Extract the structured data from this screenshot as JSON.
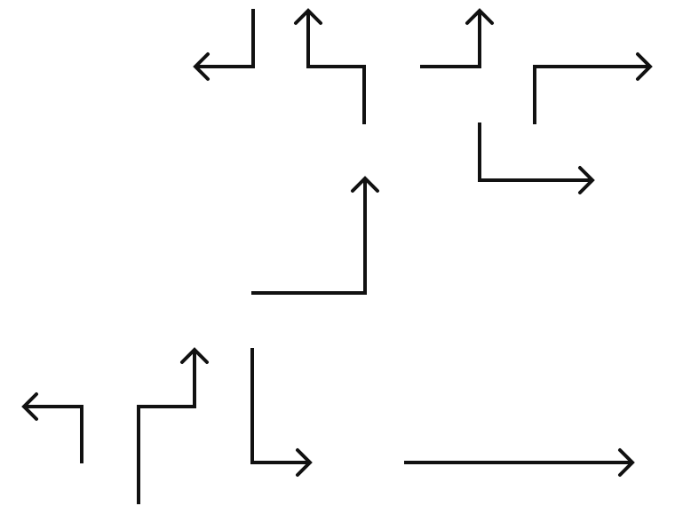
{
  "diagram": {
    "stroke_color": "#111111",
    "background": "#ffffff",
    "arrows": [
      {
        "id": "arrow-1",
        "icon": "left-down-bent-arrow-icon",
        "head": "left"
      },
      {
        "id": "arrow-2",
        "icon": "up-bent-arrow-icon",
        "head": "up"
      },
      {
        "id": "arrow-3",
        "icon": "up-bent-arrow-icon",
        "head": "up"
      },
      {
        "id": "arrow-4",
        "icon": "right-bent-arrow-icon",
        "head": "right"
      },
      {
        "id": "arrow-5",
        "icon": "right-bent-arrow-icon",
        "head": "right"
      },
      {
        "id": "arrow-6",
        "icon": "up-bent-arrow-icon",
        "head": "up"
      },
      {
        "id": "arrow-7",
        "icon": "left-bent-arrow-icon",
        "head": "left"
      },
      {
        "id": "arrow-8",
        "icon": "up-bent-arrow-icon",
        "head": "up"
      },
      {
        "id": "arrow-9",
        "icon": "right-bent-arrow-icon",
        "head": "right"
      },
      {
        "id": "arrow-10",
        "icon": "right-straight-arrow-icon",
        "head": "right"
      }
    ]
  }
}
